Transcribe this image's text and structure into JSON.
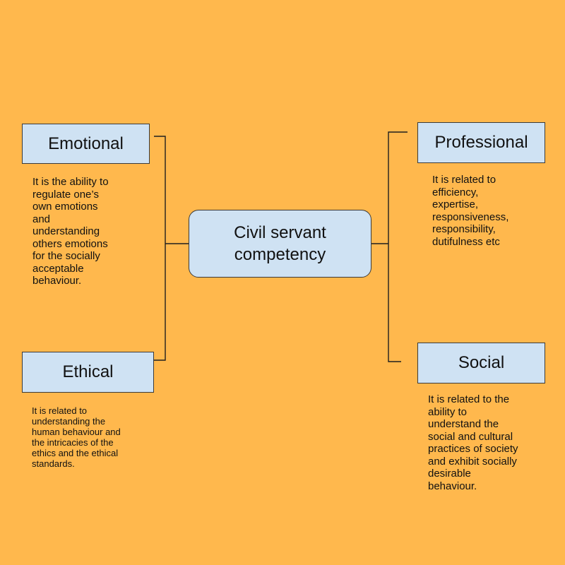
{
  "colors": {
    "background": "#FFB84D",
    "box_fill": "#CFE2F3",
    "box_border": "#3A3A3A",
    "line": "#1F1F1F"
  },
  "center": {
    "line1": "Civil servant",
    "line2": "competency"
  },
  "branches": {
    "emotional": {
      "label": "Emotional",
      "description": [
        "It is the ability to",
        "regulate one’s",
        "own emotions",
        "and",
        "understanding",
        "others emotions",
        "for the socially",
        "acceptable",
        "behaviour."
      ]
    },
    "ethical": {
      "label": "Ethical",
      "description": [
        "It is related to",
        "understanding the",
        "human behaviour and",
        "the intricacies of the",
        "ethics and the ethical",
        "standards."
      ]
    },
    "professional": {
      "label": "Professional",
      "description": [
        "It is related to",
        "efficiency,",
        "expertise,",
        "responsiveness,",
        "responsibility,",
        "dutifulness etc"
      ]
    },
    "social": {
      "label": "Social",
      "description": [
        "It is related to the",
        "ability to",
        "understand the",
        "social and cultural",
        "practices of society",
        "and exhibit socially",
        "desirable",
        "behaviour."
      ]
    }
  }
}
